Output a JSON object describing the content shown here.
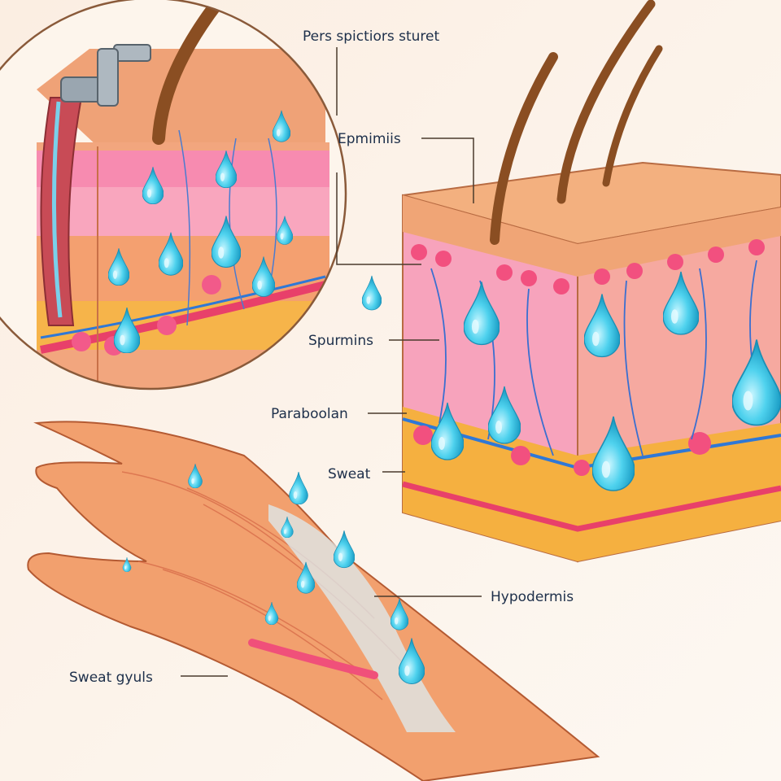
{
  "labels": {
    "top": "Pers spictiors sturet",
    "epidermis": "Epmimiis",
    "spurmins": "Spurmins",
    "paraboolan": "Paraboolan",
    "sweat": "Sweat",
    "hypodermis": "Hypodermis",
    "sweat_glands": "Sweat gyuls"
  },
  "colors": {
    "background": "#fbf3ea",
    "skin": "#f0a878",
    "dermis_pink": "#f6a0b8",
    "droplet": "#4fd2ee",
    "fat": "#f5b23a",
    "vessel_blue": "#2f78d6",
    "vessel_red": "#e8406a",
    "hair": "#8a4e22"
  }
}
